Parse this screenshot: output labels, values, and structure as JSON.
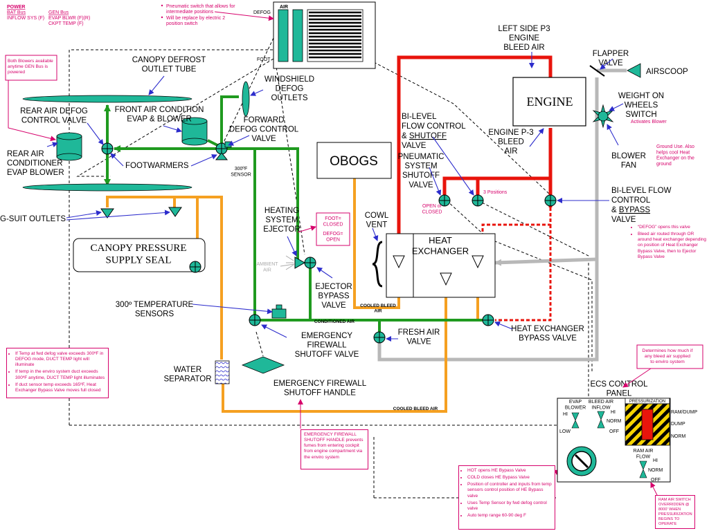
{
  "power": {
    "title": "POWER",
    "bat_bus": "BAT Bus",
    "inflow_sys": "INFLOW SYS (F)",
    "gen_bus": "GEN Bus",
    "evap_blwr": "EVAP BLWR (F)(R)",
    "ckpt_temp": "CKPT TEMP (F)"
  },
  "defog_switch_notes": [
    "Pneumatic switch that allows for intermediate positions",
    "Will be replace by electric 2 position switch"
  ],
  "defog_switch": {
    "air": "AIR",
    "defog": "DEFOG",
    "foot": "FOOT"
  },
  "blowers_note": "Both Blowers available anytime GEN Bus is powered",
  "labels": {
    "canopy_defrost": "CANOPY DEFROST\nOUTLET TUBE",
    "windshield_defog": "WINDSHIELD\nDEFOG\nOUTLETS",
    "rear_air_defog": "REAR AIR DEFOG\nCONTROL VALVE",
    "front_air_condition": "FRONT AIR CONDITION\nEVAP & BLOWER",
    "forward_defog": "FORWARD\nDEFOG CONTROL\nVALVE",
    "rear_air_conditioner": "REAR AIR\nCONDITIONER\nEVAP BLOWER",
    "footwarmers": "FOOTWARMERS",
    "sensor_300": "300ºF\nSENSOR",
    "g_suit": "G-SUIT OUTLETS",
    "canopy_pressure": "CANOPY PRESSURE\nSUPPLY SEAL",
    "heating_ejector": "HEATING\nSYSTEM\nEJECTOR",
    "ambient_air": "AMBIENT\nAIR",
    "ejector_bypass": "EJECTOR\nBYPASS\nVALVE",
    "temp_sensors": "300º TEMPERATURE\nSENSORS",
    "emergency_firewall_valve": "EMERGENCY\nFIREWALL\nSHUTOFF VALVE",
    "water_separator": "WATER\nSEPARATOR",
    "emergency_firewall_handle": "EMERGENCY FIREWALL\nSHUTOFF HANDLE",
    "obogs": "OBOGS",
    "cowl_vent": "COWL\nVENT",
    "left_side_p3": "LEFT SIDE P3\nENGINE\nBLEED AIR",
    "engine": "ENGINE",
    "engine_p3": "ENGINE P-3\nBLEED\nAIR",
    "bi_level_flow_shutoff_1": "BI-LEVEL",
    "bi_level_flow_shutoff_2": "FLOW CONTROL",
    "bi_level_flow_shutoff_3a": "& ",
    "bi_level_flow_shutoff_3b": "SHUTOFF",
    "bi_level_flow_shutoff_4": "VALVE",
    "pneumatic_shutoff": "PNEUMATIC\nSYSTEM\nSHUTOFF\nVALVE",
    "three_positions": "3 Positions",
    "open_closed": "OPEN or\nCLOSED",
    "heat_exchanger": "HEAT\nEXCHANGER",
    "flapper_valve": "FLAPPER\nVALVE",
    "airscoop": "AIRSCOOP",
    "weight_on_wheels": "WEIGHT ON\nWHEELS\nSWITCH",
    "activates_blower": "Activates Blower",
    "blower_fan": "BLOWER\nFAN",
    "ground_use": "Ground Use.  Also\nhelps cool Heat\nExchanger on the\nground",
    "bi_level_bypass_1": "BI-LEVEL FLOW",
    "bi_level_bypass_2": "CONTROL",
    "bi_level_bypass_3a": "& ",
    "bi_level_bypass_3b": "BYPASS",
    "bi_level_bypass_4": "VALVE",
    "heat_exchanger_bypass": "HEAT EXCHANGER\nBYPASS VALVE",
    "fresh_air": "FRESH AIR\nVALVE",
    "cooled_bleed_air_1": "COOLED BLEED\nAIR",
    "conditioned_air": "CONDITIONED AIR",
    "cooled_bleed_air_2": "COOLED BLEED AIR",
    "ecs_panel": "ECS CONTROL\nPANEL",
    "determines_note": "Determines how much if\nany bleed air supplied\nto enviro system"
  },
  "foot_defog_note": {
    "foot": "FOOT=\nCLOSED",
    "defog": "DEFOG=\nOPEN"
  },
  "bypass_notes": [
    "“DEFOG” opens this valve",
    "Bleed air routed through OR around heat exchanger depending on position of Heat Exchanger Bypass Valve, then to Ejector Bypass Valve"
  ],
  "temp_notes": [
    "If Temp at fwd defog valve exceeds 300ºF in DEFOG mode, DUCT TEMP light will illuminate",
    "If temp in the enviro system duct exceeds 300ºF anytime, DUCT TEMP light illuminates",
    "If duct sensor temp exceeds 165ºF, Heat Exchanger Bypass Valve moves full closed"
  ],
  "handle_note": "EMERGENCY FIREWALL SHUTOFF HANDLE prevents fumes from entering cockpit from engine compartment via the enviro system",
  "hot_cold_notes": [
    "HOT opens HE Bypass Valve",
    "COLD closes HE Bypass Valve",
    "Position of controller and inputs from temp sensors control position of HE Bypass valve",
    "Uses Temp Sensor by fwd defog control valve",
    "Auto temp range 60-90 deg F"
  ],
  "ram_air_note": "RAM AIR SWITCH OVERRIDDEN @ 8000' WHEN PRESSURIZATION BEGINS TO OPERATE",
  "ecs_panel": {
    "evap_blower": "EVAP\nBLOWER",
    "bleed_air_inflow": "BLEED AIR\nINFLOW",
    "pressurization": "PRESSURIZATION",
    "hi": "HI",
    "low": "LOW",
    "norm": "NORM",
    "off": "OFF",
    "ram_dump": "RAM/DUMP",
    "dump": "DUMP",
    "ram_air_flow": "RAM AIR\nFLOW"
  },
  "colors": {
    "green_duct": "#1f9a1f",
    "red_duct": "#e8140c",
    "orange_duct": "#f5a021",
    "gray_duct": "#b8b8b8",
    "teal_component": "#1fb899",
    "annotation": "#d6006b",
    "pointer": "#2c2ccc"
  }
}
